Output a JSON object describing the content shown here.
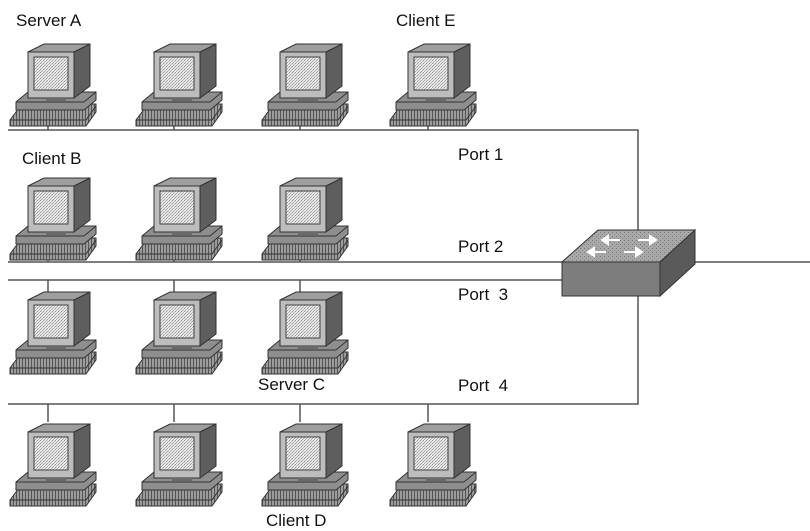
{
  "labels": {
    "server_a": "Server A",
    "client_e": "Client E",
    "client_b": "Client B",
    "server_c": "Server C",
    "client_d": "Client D",
    "port_1": "Port 1",
    "port_2": "Port 2",
    "port_3": "Port  3",
    "port_4": "Port  4"
  },
  "segments": [
    {
      "port": "Port 1",
      "computers": 4
    },
    {
      "port": "Port 2",
      "computers": 3
    },
    {
      "port": "Port 3",
      "computers": 3
    },
    {
      "port": "Port 4",
      "computers": 4
    }
  ],
  "icons": {
    "computer": "workstation-icon",
    "switch": "switch-icon"
  }
}
